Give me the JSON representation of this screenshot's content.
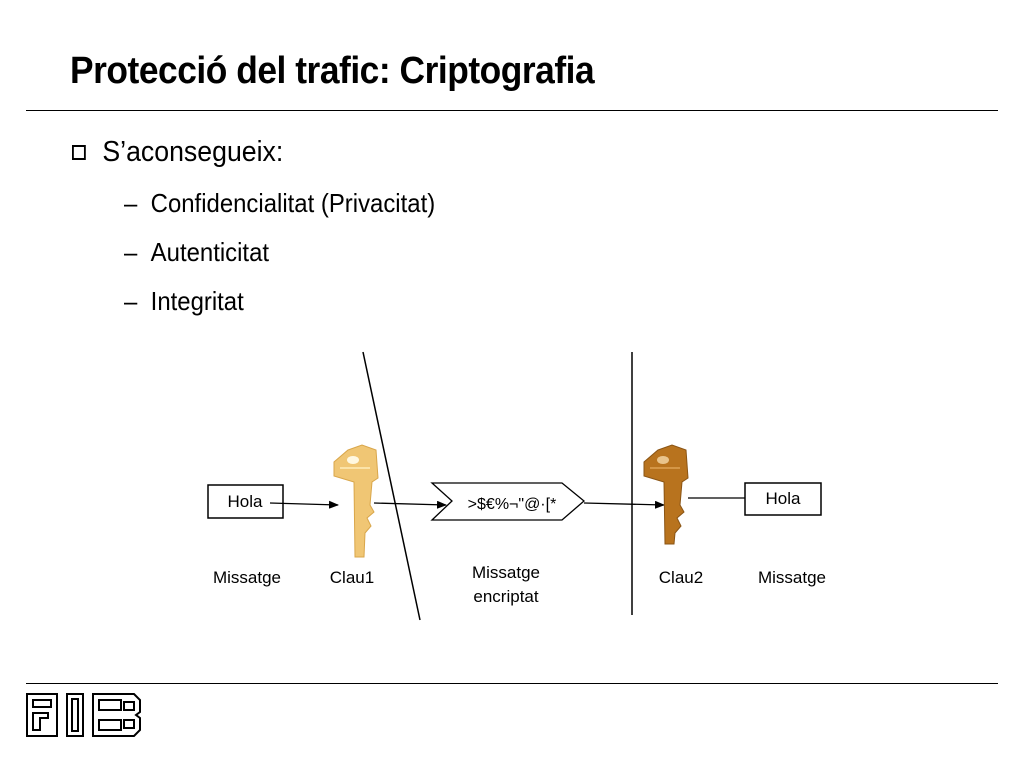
{
  "slide": {
    "title": "Protecció del trafic: Criptografia",
    "bullet": "S’aconsegueix:",
    "subitems": [
      {
        "dash": "–",
        "text": "Confidencialitat (Privacitat)"
      },
      {
        "dash": "–",
        "text": "Autenticitat"
      },
      {
        "dash": "–",
        "text": "Integritat"
      }
    ]
  },
  "diagram": {
    "message_in_text": "Hola",
    "message_in_label": "Missatge",
    "key1_label": "Clau1",
    "encrypted_text": ">$€%¬\"@·[*",
    "encrypted_label_line1": "Missatge",
    "encrypted_label_line2": "encriptat",
    "key2_label": "Clau2",
    "message_out_text": "Hola",
    "message_out_label": "Missatge",
    "key1_color": "#f0c674",
    "key2_color": "#b8731e"
  },
  "logo": {
    "name": "fib-logo"
  }
}
